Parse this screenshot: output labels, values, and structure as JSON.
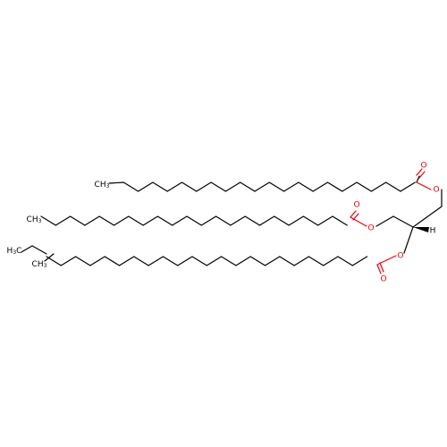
{
  "molecule": {
    "colors": {
      "carbon": "#000000",
      "oxygen": "#e8000b",
      "background": "#ffffff"
    },
    "labels": {
      "terminal_methyl_1": "CH",
      "terminal_methyl_1_sub": "3",
      "terminal_methyl_2": "CH",
      "terminal_methyl_2_sub": "3",
      "terminal_methyl_3a": "H",
      "terminal_methyl_3a_sub": "3",
      "terminal_methyl_3a_tail": "C",
      "terminal_methyl_3b": "CH",
      "terminal_methyl_3b_sub": "3",
      "oxygen": "O",
      "hydrogen": "H"
    }
  }
}
